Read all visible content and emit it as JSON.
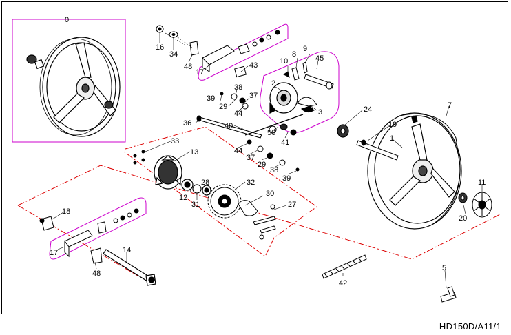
{
  "drawing_code": "HD150D/A11/1",
  "colors": {
    "assembly_box": "#cc00cc",
    "section_line": "#dd0000",
    "ink": "#000000"
  },
  "part_numbers": [
    "0",
    "1",
    "3",
    "5",
    "7",
    "8",
    "9",
    "10",
    "11",
    "12",
    "13",
    "14",
    "16",
    "17",
    "18",
    "19",
    "20",
    "24",
    "27",
    "28",
    "29",
    "30",
    "31",
    "32",
    "33",
    "34",
    "36",
    "37",
    "38",
    "39",
    "40",
    "41",
    "42",
    "43",
    "44",
    "45",
    "48",
    "50",
    "2"
  ],
  "callouts": {
    "c0": "0",
    "c1": "1",
    "c2": "2",
    "c3": "3",
    "c5": "5",
    "c7": "7",
    "c8": "8",
    "c9": "9",
    "c10": "10",
    "c11": "11",
    "c12": "12",
    "c13": "13",
    "c14": "14",
    "c16": "16",
    "c17a": "17",
    "c17b": "17",
    "c18": "18",
    "c19": "19",
    "c20": "20",
    "c24": "24",
    "c27": "27",
    "c28": "28",
    "c29a": "29",
    "c29b": "29",
    "c30": "30",
    "c31": "31",
    "c32": "32",
    "c33": "33",
    "c34": "34",
    "c36": "36",
    "c37a": "37",
    "c37b": "37",
    "c38a": "38",
    "c38b": "38",
    "c39a": "39",
    "c39b": "39",
    "c40": "40",
    "c41": "41",
    "c42": "42",
    "c43": "43",
    "c44a": "44",
    "c44b": "44",
    "c45": "45",
    "c48a": "48",
    "c48b": "48",
    "c50": "50"
  }
}
